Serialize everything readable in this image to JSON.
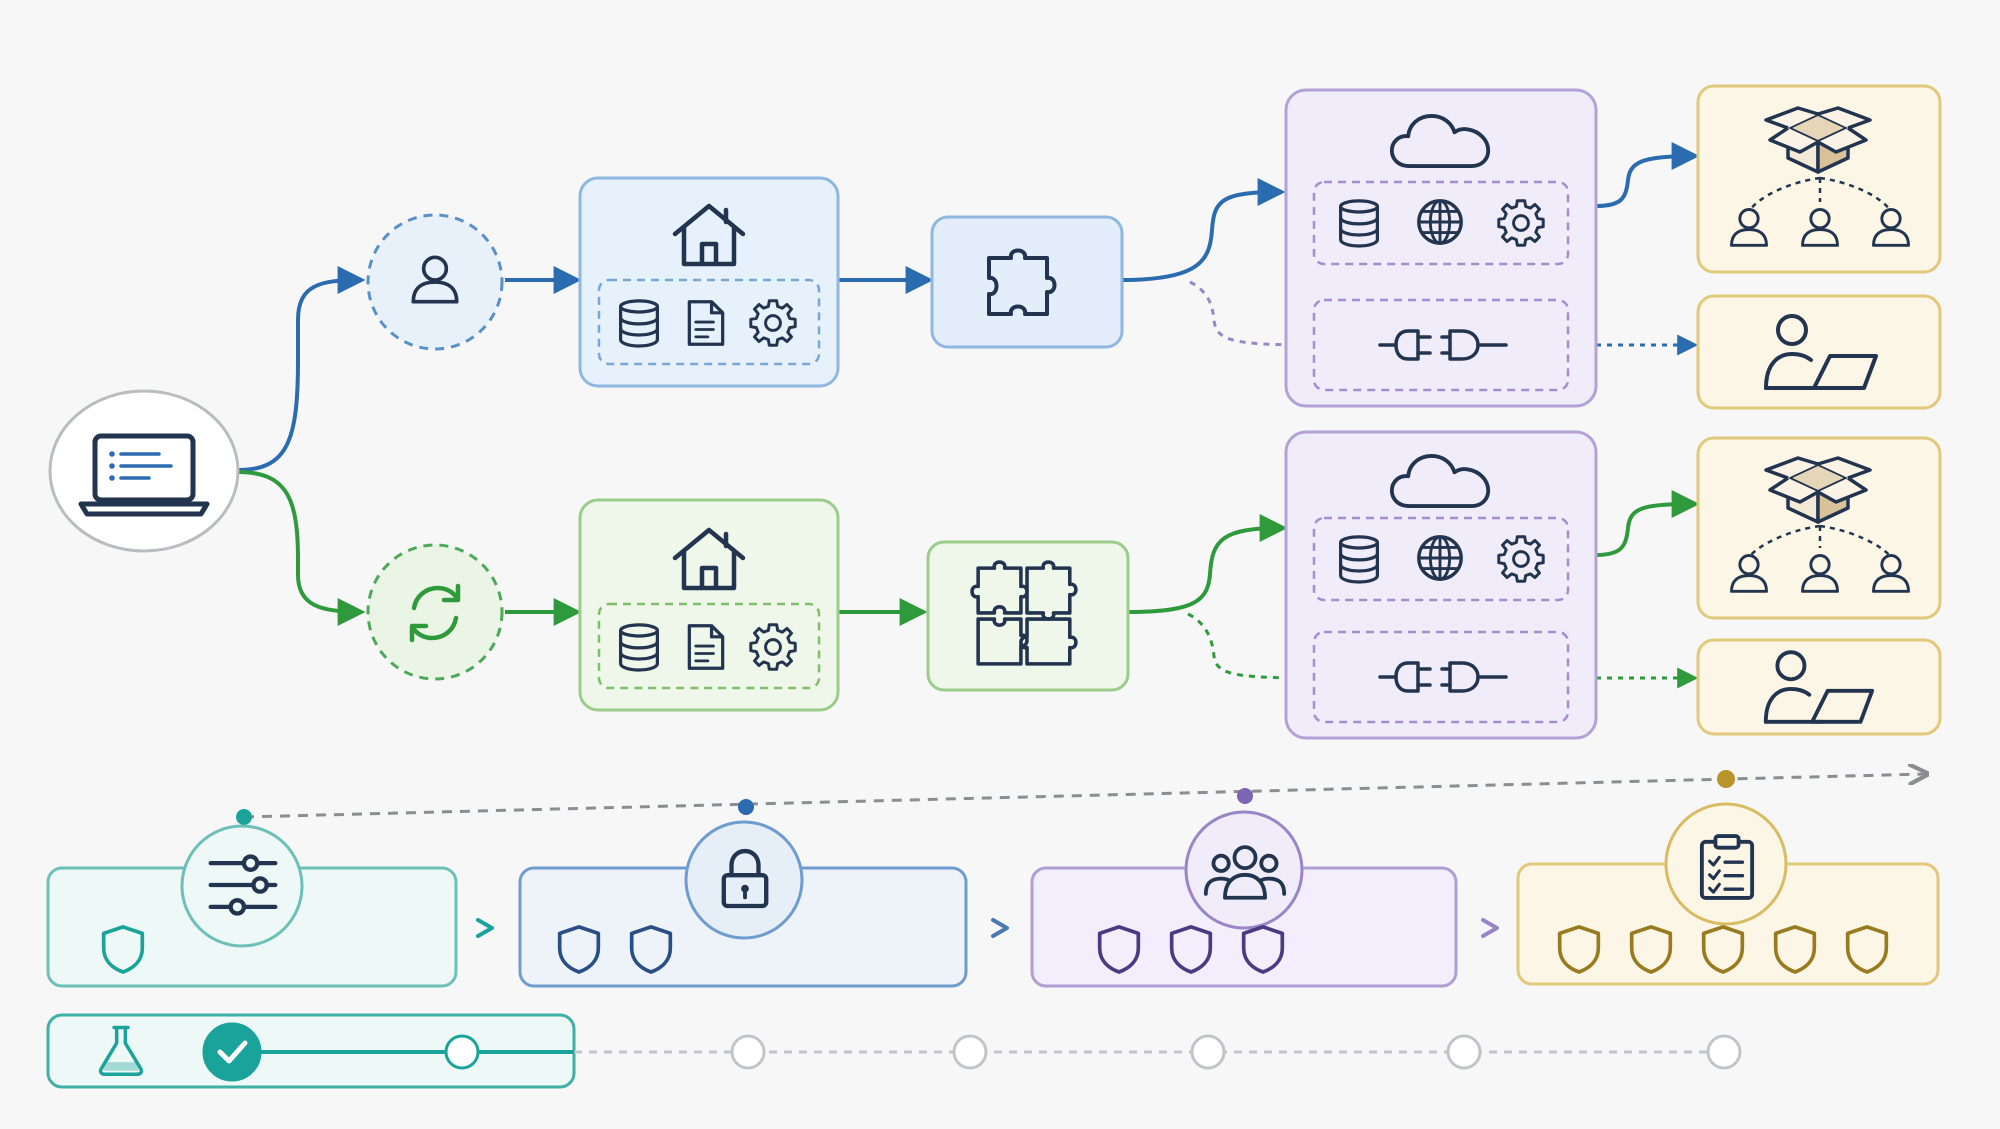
{
  "diagram": {
    "colors": {
      "blue": "#2b6cb0",
      "blue_fill": "#e7f1fb",
      "blue_edge": "#8fb7e0",
      "green": "#2f9a3c",
      "green_fill": "#eef7e9",
      "green_edge": "#9ccc8c",
      "purple": "#7e64b5",
      "purple_fill": "#f1ecfa",
      "purple_edge": "#b4a2d6",
      "gold": "#b8952a",
      "gold_fill": "#fcf6e6",
      "gold_edge": "#e2c87a",
      "teal": "#1aa39a",
      "teal_fill": "#eef8f6",
      "teal_edge": "#6cc0b8",
      "ink": "#22344f",
      "gray": "#8a8d92",
      "gray_light": "#c2c4c7"
    },
    "source_node": {
      "icon": "laptop-code-icon"
    },
    "flows": [
      {
        "id": "blue",
        "trigger_icon": "user-icon",
        "service_icons": [
          "home-icon",
          "database-icon",
          "document-icon",
          "gear-icon"
        ],
        "component_icon": "puzzle-piece-icon",
        "cloud_icons": [
          "cloud-icon",
          "database-icon",
          "globe-icon",
          "gear-icon",
          "plug-connector-icon"
        ],
        "outputs": [
          "package-distribution-icon",
          "user-laptop-icon"
        ]
      },
      {
        "id": "green",
        "trigger_icon": "sync-icon",
        "service_icons": [
          "home-icon",
          "database-icon",
          "document-icon",
          "gear-icon"
        ],
        "component_icon": "puzzle-assembled-icon",
        "cloud_icons": [
          "cloud-icon",
          "database-icon",
          "globe-icon",
          "gear-icon",
          "plug-connector-icon"
        ],
        "outputs": [
          "package-distribution-icon",
          "user-laptop-icon"
        ]
      }
    ],
    "stages": [
      {
        "id": "configure",
        "icon": "sliders-icon",
        "shields": 1
      },
      {
        "id": "secure",
        "icon": "lock-icon",
        "shields": 2
      },
      {
        "id": "team",
        "icon": "group-icon",
        "shields": 3
      },
      {
        "id": "review",
        "icon": "clipboard-checklist-icon",
        "shields": 5
      }
    ],
    "test_track": {
      "icon": "flask-icon",
      "completed_steps": 1,
      "total_steps": 7
    }
  }
}
